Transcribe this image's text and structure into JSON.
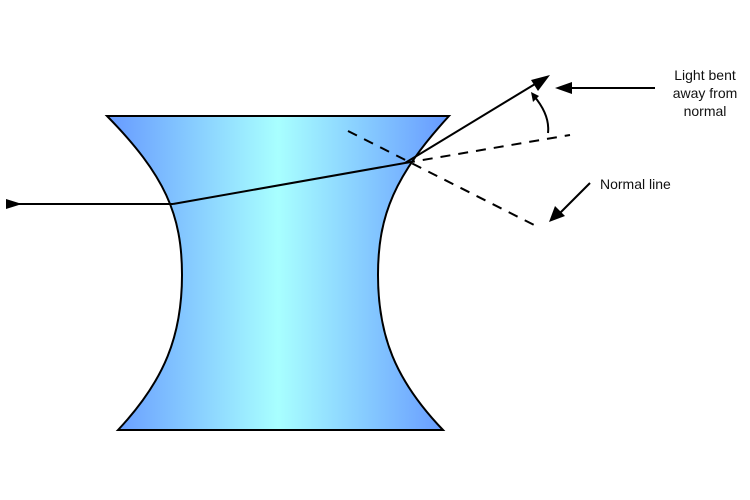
{
  "labels": {
    "light_bent_line1": "Light bent",
    "light_bent_line2": "away from",
    "light_bent_line3": "normal",
    "normal_line": "Normal line"
  },
  "colors": {
    "lens_edge": "#6699ff",
    "lens_center": "#a8ffff",
    "outline": "#000000"
  }
}
